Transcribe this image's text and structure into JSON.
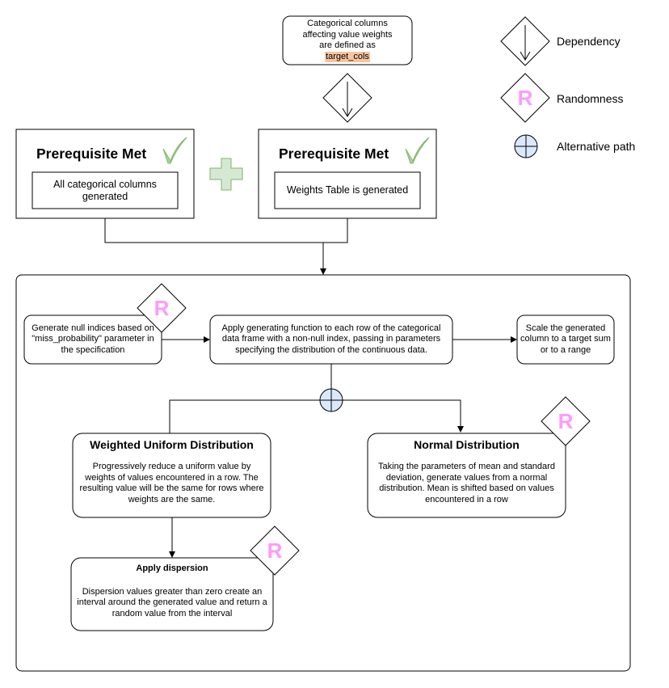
{
  "legend": {
    "dependency": "Dependency",
    "randomness": "Randomness",
    "alternative_path": "Alternative path",
    "randomness_glyph": "R"
  },
  "top_note": {
    "line1": "Categorical columns affecting value weights are defined as",
    "code": "target_cols",
    "highlight_color": "#f7c59f"
  },
  "prereq_left": {
    "title": "Prerequisite Met",
    "body": "All categorical columns generated"
  },
  "prereq_right": {
    "title": "Prerequisite Met",
    "body": "Weights Table is generated"
  },
  "steps": {
    "null_indices": "Generate null indices based on \"miss_probability\" parameter in the specification",
    "apply_function": "Apply generating function to each row of the categorical data frame with a non-null index, passing in parameters specifying the distribution of the continuous data.",
    "scale": "Scale the generated column to a target sum or to a range"
  },
  "weighted_uniform": {
    "title": "Weighted Uniform Distribution",
    "body": "Progressively reduce a uniform value by weights of values encountered in a row. The resulting value will be the same for rows where weights are the same."
  },
  "normal": {
    "title": "Normal Distribution",
    "body": "Taking the parameters of mean and standard deviation, generate values from a normal distribution. Mean is shifted based on values encountered in a row"
  },
  "dispersion": {
    "title": "Apply dispersion",
    "body": "Dispersion values greater than zero create an interval around the generated value and return a random value from the interval"
  },
  "colors": {
    "check": "#a5d6a7",
    "plus": "#d5e8d4",
    "plus_stroke": "#82b366",
    "randomness": "#ff99ff",
    "alt_path_fill": "#dae8fc",
    "alt_path_stroke": "#000000"
  }
}
